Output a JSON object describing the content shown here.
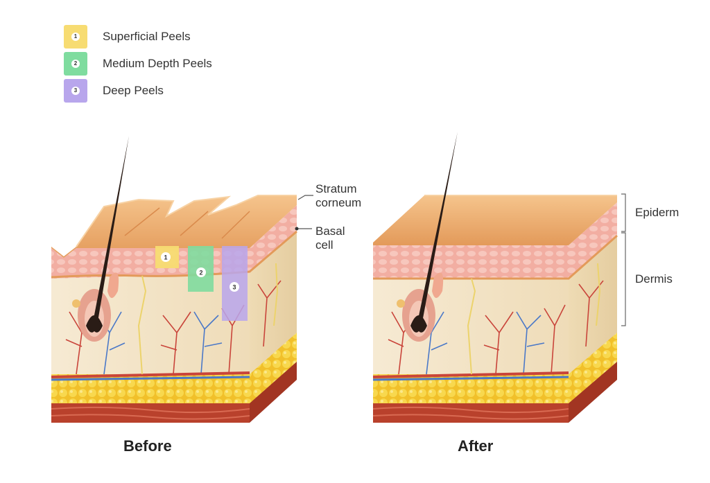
{
  "legend": {
    "items": [
      {
        "number": "1",
        "label": "Superficial Peels",
        "color": "#f7dc72"
      },
      {
        "number": "2",
        "label": "Medium Depth Peels",
        "color": "#7fdc9f"
      },
      {
        "number": "3",
        "label": "Deep Peels",
        "color": "#b8a6ec"
      }
    ]
  },
  "labels": {
    "stratum_corneum_line1": "Stratum",
    "stratum_corneum_line2": "corneum",
    "basal_cell_line1": "Basal",
    "basal_cell_line2": "cell",
    "epidermis": "Epiderm",
    "dermis": "Dermis"
  },
  "markers": {
    "m1": "1",
    "m2": "2",
    "m3": "3"
  },
  "captions": {
    "before": "Before",
    "after": "After"
  },
  "colors": {
    "epidermis_top": "#eda867",
    "epidermis_layer": "#f2b3a6",
    "dermis": "#f3e6cc",
    "fat": "#f6cf3a",
    "muscle": "#b9412c",
    "artery": "#c9443a",
    "vein": "#4a78c8",
    "nerve": "#ecd36c"
  }
}
